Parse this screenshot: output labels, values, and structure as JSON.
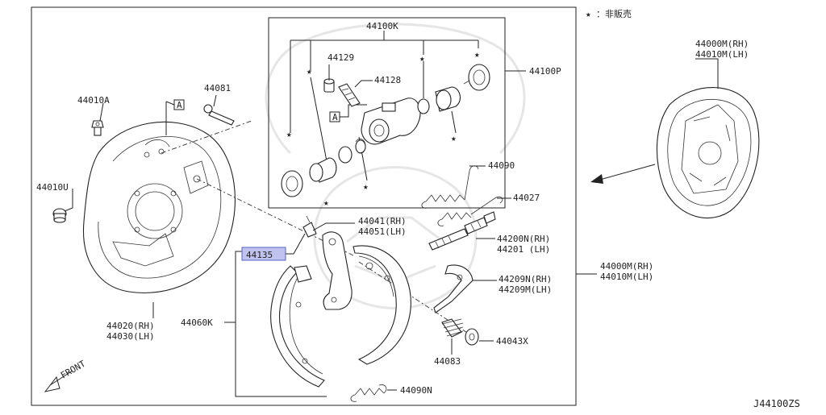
{
  "legend": {
    "star": "★",
    "text": "：非販売"
  },
  "drawing_code": "J44100ZS",
  "direction_label": "FRONT",
  "callouts": {
    "c44100K": "44100K",
    "c44129": "44129",
    "c44128": "44128",
    "c44100P": "44100P",
    "c44010A": "44010A",
    "c44081": "44081",
    "c44010U": "44010U",
    "c44090": "44090",
    "c44027": "44027",
    "c44041": "44041(RH)",
    "c44051": "44051(LH)",
    "c44135": "44135",
    "c44200N": "44200N(RH)",
    "c44201": "44201 (LH)",
    "c44209N": "44209N(RH)",
    "c44209M": "44209M(LH)",
    "c44020": "44020(RH)",
    "c44030": "44030(LH)",
    "c44060K": "44060K",
    "c44083": "44083",
    "c44043X": "44043X",
    "c44090N": "44090N",
    "c44000M_a": "44000M(RH)",
    "c44010M_a": "44010M(LH)",
    "c44000M_b": "44000M(RH)",
    "c44010M_b": "44010M(LH)"
  },
  "ref_marks": {
    "a1": "A",
    "a2": "A"
  },
  "colors": {
    "highlight_fill": "#bfc3ee",
    "highlight_stroke": "#5a5fc9",
    "line": "#222222"
  }
}
